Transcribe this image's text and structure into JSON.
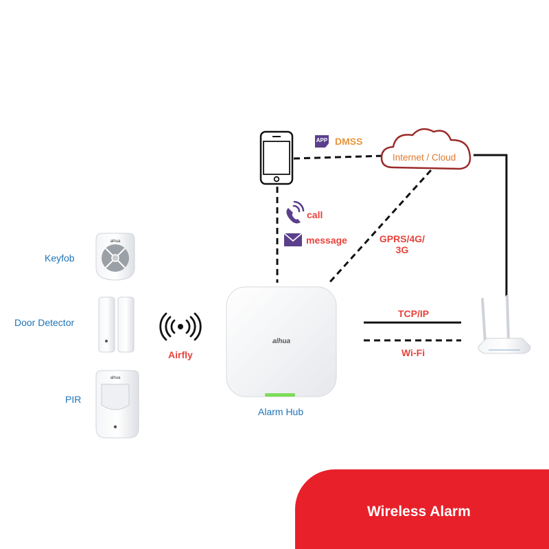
{
  "labels": {
    "dmss": "DMSS",
    "app_badge": "APP",
    "cloud": "Internet / Cloud",
    "call": "call",
    "message": "message",
    "gprs_line1": "GPRS/4G/",
    "gprs_line2": "3G",
    "keyfob": "Keyfob",
    "door_detector": "Door Detector",
    "pir": "PIR",
    "airfly": "Airfly",
    "alarm_hub": "Alarm Hub",
    "tcpip": "TCP/IP",
    "wifi": "Wi-Fi",
    "brand": "alhua",
    "banner_title": "Wireless Alarm"
  },
  "colors": {
    "device_label": "#1f73b7",
    "link_label": "#e8423b",
    "app_label": "#e8963b",
    "icon_purple": "#5b3f8c",
    "cloud_outline": "#9b2a2a",
    "banner": "#e8202a"
  }
}
